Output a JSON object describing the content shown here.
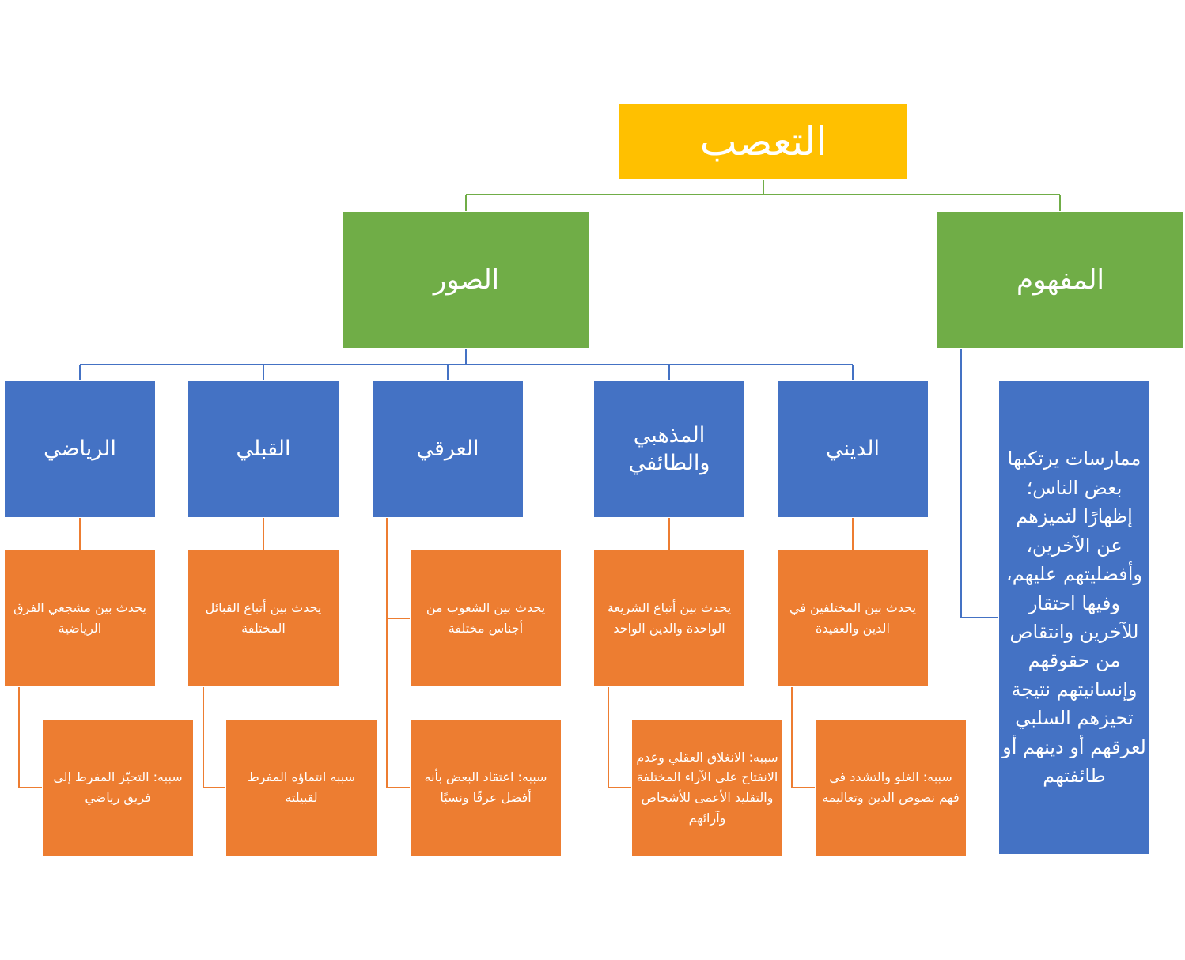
{
  "root": "التعصب",
  "concept": {
    "title": "المفهوم",
    "definition": "ممارسات يرتكبها بعض الناس؛ إظهارًا لتميزهم عن الآخرين، وأفضليتهم عليهم، وفيها احتقار للآخرين وانتقاص من حقوقهم وإنسانيتهم نتيجة تحيزهم السلبي لعرقهم أو دينهم أو طائفتهم"
  },
  "forms": {
    "title": "الصور",
    "items": [
      {
        "name": "الديني",
        "desc": "يحدث بين المختلفين في الدين والعقيدة",
        "cause": "سببه: الغلو والتشدد في فهم نصوص الدين وتعاليمه"
      },
      {
        "name": "المذهبي والطائفي",
        "desc": "يحدث بين أتباع الشريعة الواحدة والدين الواحد",
        "cause": "سببه: الانغلاق العقلي وعدم الانفتاح على الآراء المختلفة والتقليد الأعمى للأشخاص وآرائهم"
      },
      {
        "name": "العرقي",
        "desc": "يحدث بين الشعوب من أجناس مختلفة",
        "cause": "سببه: اعتقاد البعض بأنه أفضل عرقًا ونسبًا"
      },
      {
        "name": "القبلي",
        "desc": "يحدث بين أتباع القبائل المختلفة",
        "cause": "سببه انتماؤه المفرط لقبيلته"
      },
      {
        "name": "الرياضي",
        "desc": "يحدث بين مشجعي الفرق الرياضية",
        "cause": "سببه: التحيّز المفرط إلى فريق رياضي"
      }
    ]
  },
  "colors": {
    "root": "#FFC000",
    "level1": "#70AD47",
    "forms": "#4472C4",
    "details": "#ED7D31",
    "connector_top": "#70AD47",
    "connector_forms": "#4472C4",
    "connector_details": "#ED7D31"
  }
}
